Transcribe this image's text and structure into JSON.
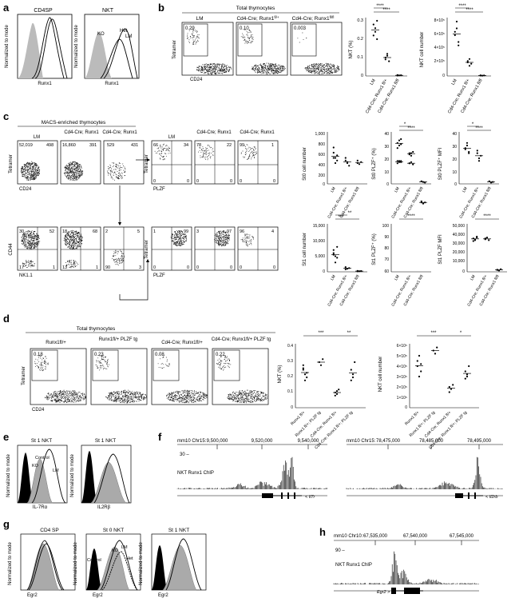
{
  "panels": {
    "a": {
      "letter": "a",
      "h1": "CD4SP",
      "h2": "NKT",
      "ylabel": "Normalized to mode",
      "xlabel": "Runx1",
      "legend": [
        "KO",
        "Het",
        "LM"
      ]
    },
    "b": {
      "letter": "b",
      "header": "Total thymocytes",
      "groups": [
        "LM",
        "Cd4-Cre; Runx1",
        "Cd4-Cre; Runx1"
      ],
      "sup": [
        "",
        "fl/+",
        "fl/fl"
      ],
      "pct": [
        "0.29",
        "0.10",
        "0.003"
      ],
      "ylabel": "Tetramer",
      "xlabel": "CD24",
      "plot1": {
        "ylabel": "NKT (%)",
        "ticks": [
          "0.3",
          "0.2",
          "0.1",
          "0"
        ],
        "sig": [
          "****",
          "****"
        ]
      },
      "plot2": {
        "ylabel": "NKT cell number",
        "ticks": [
          "8×10⁵",
          "6×10⁵",
          "4×10⁵",
          "2×10⁵",
          "0"
        ],
        "sig": [
          "****",
          "****"
        ]
      },
      "xcats": [
        "LM",
        "Cd4-Cre; Runx1 fl/+",
        "Cd4-Cre; Runx1 fl/fl"
      ]
    },
    "c": {
      "letter": "c",
      "header": "MACS-enriched thymocytes",
      "groups": [
        "LM",
        "Cd4-Cre; Runx1",
        "Cd4-Cre; Runx1"
      ],
      "sup": [
        "",
        "fl/+",
        "fl/fl"
      ],
      "top_nums": [
        [
          "52,019",
          "498"
        ],
        [
          "16,860",
          "391"
        ],
        [
          "529",
          "431"
        ]
      ],
      "plzf_top": [
        [
          "66",
          "34",
          "0",
          "0"
        ],
        [
          "78",
          "22",
          "0",
          "0"
        ],
        [
          "99",
          "1",
          "0",
          "0"
        ]
      ],
      "cd44_nums": [
        [
          "30",
          "52",
          "17",
          "1"
        ],
        [
          "18",
          "68",
          "13",
          "1"
        ],
        [
          "2",
          "5",
          "90",
          "3"
        ]
      ],
      "plzf_bot": [
        [
          "1",
          "99",
          "0",
          "0"
        ],
        [
          "3",
          "97",
          "0",
          "0"
        ],
        [
          "96",
          "4",
          "0",
          "0"
        ]
      ],
      "labels": {
        "tetramer": "Tetramer",
        "cd24": "CD24",
        "plzf": "PLZF",
        "cd44": "CD44",
        "nk11": "NK1.1"
      },
      "plot1": {
        "ylabel": "St0 cell number",
        "ticks": [
          "1,000",
          "800",
          "600",
          "400",
          "200",
          "0"
        ]
      },
      "plot2": {
        "ylabel": "St0 PLZF⁺ (%)",
        "ticks": [
          "40",
          "30",
          "20",
          "10",
          "0"
        ],
        "sig": [
          "*",
          "****"
        ]
      },
      "plot3": {
        "ylabel": "St0 PLZF⁺ MFI",
        "ticks": [
          "40",
          "30",
          "20",
          "10",
          "0"
        ],
        "sig": [
          "*",
          "****"
        ]
      },
      "plot4": {
        "ylabel": "St1 cell number",
        "ticks": [
          "15,000",
          "10,000",
          "5,000",
          "0"
        ],
        "sig": [
          "**",
          "***"
        ]
      },
      "plot5": {
        "ylabel": "St1 PLZF⁺ (%)",
        "ticks": [
          "100",
          "90",
          "80",
          "70",
          "60"
        ],
        "sig": [
          "****"
        ]
      },
      "plot6": {
        "ylabel": "St1 PLZF MFI",
        "ticks": [
          "50,000",
          "40,000",
          "30,000",
          "20,000",
          "10,000",
          "0"
        ],
        "sig": [
          "****"
        ]
      },
      "xcats": [
        "LM",
        "Cd4-Cre; Runx1 fl/+",
        "Cd4-Cre; Runx1 fl/fl"
      ]
    },
    "d": {
      "letter": "d",
      "header": "Total thymocytes",
      "groups": [
        "Runx1fl/+",
        "Runx1fl/+ PLZF tg",
        "Cd4-Cre; Runx1fl/+",
        "Cd4-Cre; Runx1fl/+ PLZF tg"
      ],
      "pct": [
        "0.18",
        "0.23",
        "0.08",
        "0.22"
      ],
      "ylabel": "Tetramer",
      "xlabel": "CD24",
      "plot1": {
        "ylabel": "NKT (%)",
        "ticks": [
          "0.4",
          "0.3",
          "0.2",
          "0.1",
          "0"
        ],
        "sig": [
          "***",
          "**"
        ]
      },
      "plot2": {
        "ylabel": "NKT cell number",
        "ticks": [
          "6×10⁵",
          "5×10⁵",
          "4×10⁵",
          "3×10⁵",
          "2×10⁵",
          "1×10⁵",
          "0"
        ],
        "sig": [
          "***",
          "*"
        ]
      },
      "xcats": [
        "Runx1 fl/+",
        "Runx1 fl/+; PLZF tg",
        "Cd4-Cre; Runx1 fl/+",
        "Cd4-Cre; Runx1 fl/+; PLZF tg"
      ]
    },
    "e": {
      "letter": "e",
      "h1": "St 1 NKT",
      "h2": "St 1 NKT",
      "ylabel": "Normalized to mode",
      "x1": "IL-7Rα",
      "x2": "IL2Rβ",
      "legend": [
        "Control",
        "KO",
        "LM"
      ]
    },
    "f": {
      "letter": "f",
      "chr1": "mm10 Chr15:",
      "pos1": [
        "9,500,000",
        "9,520,000",
        "9,540,000"
      ],
      "chr2": "mm10 Chr15:",
      "pos2": [
        "78,475,000",
        "78,485,000",
        "78,495,000"
      ],
      "scale": "30 –",
      "track": "NKT Runx1 ChIP",
      "gene1": "< Il7r",
      "gene2": "< Il2rb"
    },
    "g": {
      "letter": "g",
      "h1": "CD4 SP",
      "h2": "St 0 NKT",
      "h3": "St 1 NKT",
      "ylabel": "Normalized to mode",
      "xlabel": "Egr2",
      "legend": [
        "Control",
        "KO",
        "LM",
        "Het"
      ]
    },
    "h": {
      "letter": "h",
      "chr": "mm10 Chr10:",
      "pos": [
        "67,535,000",
        "67,540,000",
        "67,545,000"
      ],
      "scale": "90 –",
      "track": "NKT Runx1 ChIP",
      "gene": "Egr2 >"
    }
  }
}
